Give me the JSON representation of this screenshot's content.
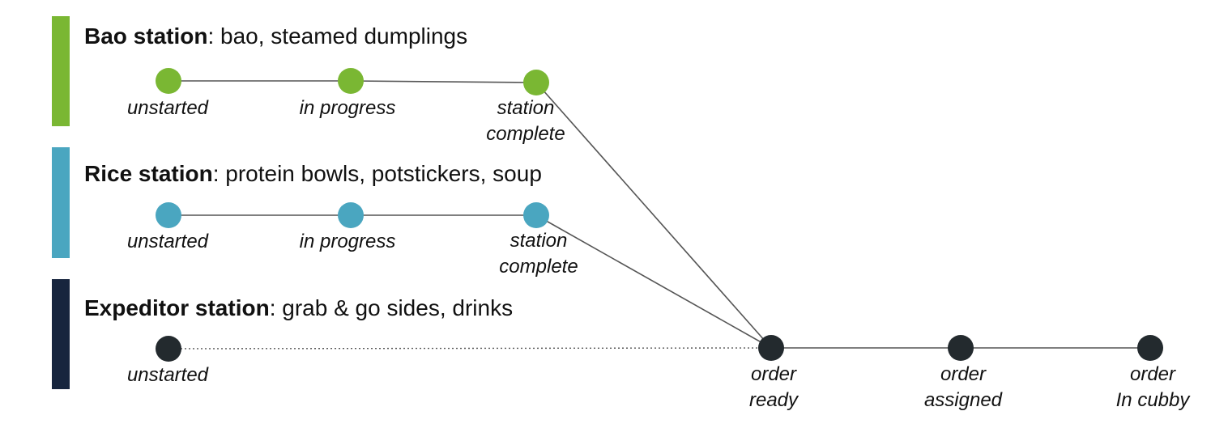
{
  "colors": {
    "bao": "#7ab733",
    "rice": "#4aa6c0",
    "expeditor": "#17253e",
    "node_dark": "#232a2e",
    "line": "#555555"
  },
  "stations": [
    {
      "name": "Bao station",
      "items": ": bao, steamed dumplings",
      "states": [
        "unstarted",
        "in progress",
        "station\ncomplete"
      ]
    },
    {
      "name": "Rice station",
      "items": ": protein bowls, potstickers, soup",
      "states": [
        "unstarted",
        "in progress",
        "station\ncomplete"
      ]
    },
    {
      "name": "Expeditor station",
      "items": ": grab & go sides, drinks",
      "states": [
        "unstarted"
      ]
    }
  ],
  "order_states": [
    "order\nready",
    "order\nassigned",
    "order\nIn cubby"
  ]
}
